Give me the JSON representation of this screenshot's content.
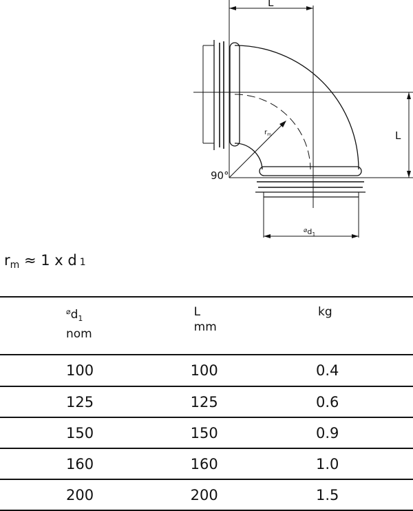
{
  "drawing": {
    "dim_top": "L",
    "dim_right": "L",
    "angle": "90°",
    "radius_label": "r",
    "radius_sub": "m",
    "diameter_symbol": "⌀",
    "diameter_label": "d",
    "diameter_sub": "1"
  },
  "formula": {
    "r": "r",
    "r_sub": "m",
    "rest": "≈ 1 x d",
    "d_sub": "1"
  },
  "table": {
    "headers": {
      "col1_symbol": "⌀",
      "col1_main": "d",
      "col1_sub": "1",
      "col1_second": "nom",
      "col2_main": "L",
      "col2_second": "mm",
      "col3_main": "kg"
    },
    "rows": [
      [
        "100",
        "100",
        "0.4"
      ],
      [
        "125",
        "125",
        "0.6"
      ],
      [
        "150",
        "150",
        "0.9"
      ],
      [
        "160",
        "160",
        "1.0"
      ],
      [
        "200",
        "200",
        "1.5"
      ]
    ]
  }
}
